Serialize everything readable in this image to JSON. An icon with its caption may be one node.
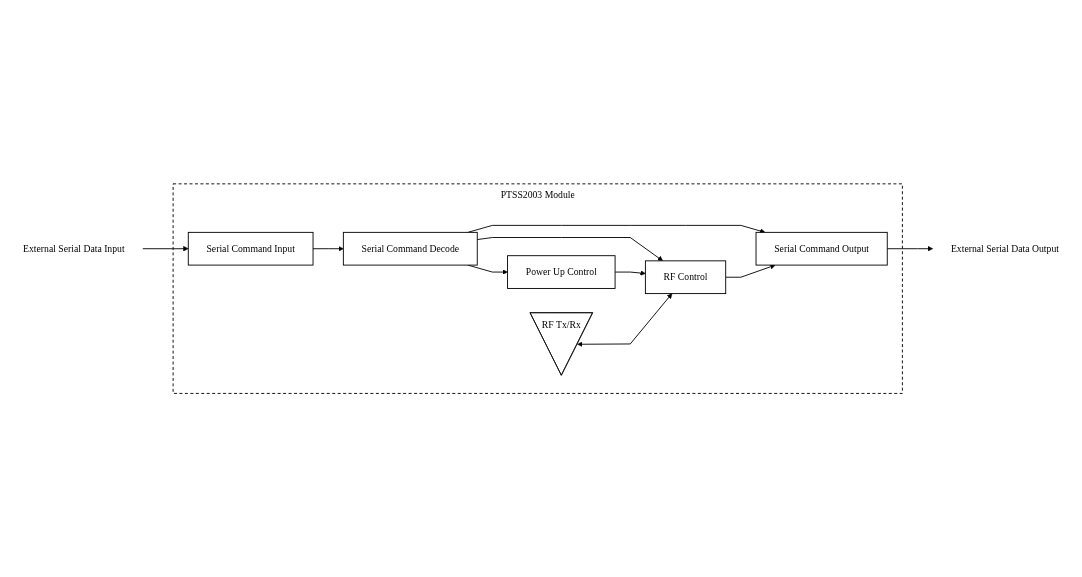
{
  "diagram": {
    "nodes": [
      {
        "text": [
          "PTSS2003 Module"
        ]
      },
      {
        "text": [
          "External Serial Data Input"
        ]
      },
      {
        "text": [
          "Serial Command Input"
        ],
        "in": 0
      },
      {
        "text": [
          "Serial Command Decode"
        ],
        "in": 0
      },
      {
        "text": [
          "RF Control"
        ],
        "in": 0
      },
      {
        "text": [
          "RF Tx/Rx"
        ],
        "in": 0
      },
      {
        "text": [
          "Power Up Control"
        ],
        "in": 0
      },
      {
        "text": [
          "Serial Command Output"
        ],
        "in": 0
      },
      {
        "text": [
          "External Serial Data Output"
        ]
      }
    ],
    "edges": [
      {
        "from": 1,
        "to": 2,
        "arrow": "to"
      },
      {
        "from": 2,
        "to": 3,
        "arrow": "to"
      },
      {
        "from": 3,
        "to": 4,
        "arrow": "to"
      },
      {
        "from": 3,
        "to": 6,
        "arrow": "to"
      },
      {
        "from": 6,
        "to": 4,
        "arrow": "to"
      },
      {
        "from": 3,
        "to": 7,
        "arrow": "to"
      },
      {
        "from": 5,
        "to": 4,
        "arrow": "both"
      },
      {
        "from": 4,
        "to": 7,
        "arrow": "to"
      },
      {
        "from": 7,
        "to": 8,
        "arrow": "to"
      }
    ]
  }
}
